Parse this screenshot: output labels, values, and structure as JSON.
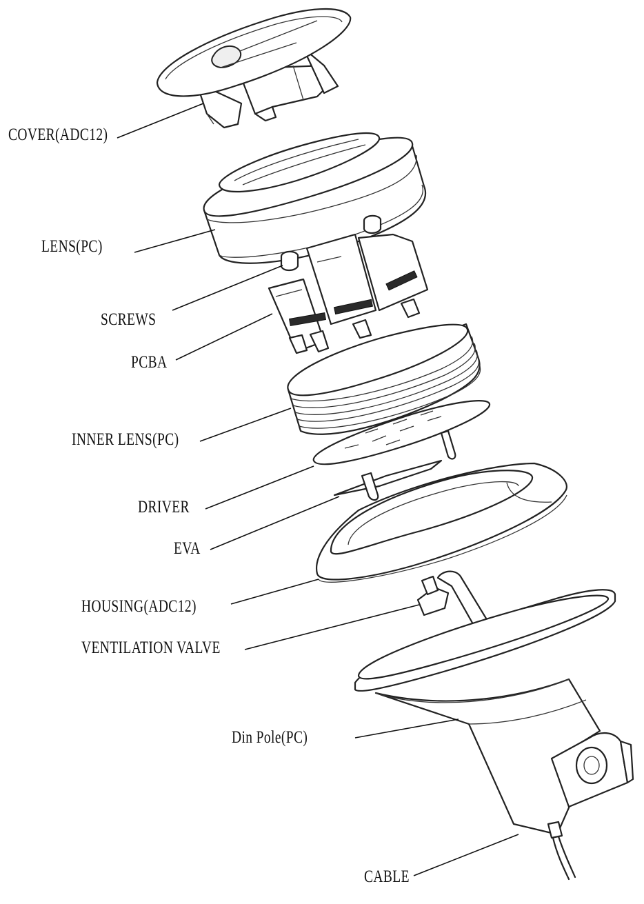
{
  "labels": {
    "cover": "COVER(ADC12)",
    "lens": "LENS(PC)",
    "screws": "SCREWS",
    "pcba": "PCBA",
    "inner_lens": "INNER LENS(PC)",
    "driver": "DRIVER",
    "eva": "EVA",
    "housing": "HOUSING(ADC12)",
    "ventilation_valve": "VENTILATION VALVE",
    "din_pole": "Din Pole(PC)",
    "cable": "CABLE"
  }
}
